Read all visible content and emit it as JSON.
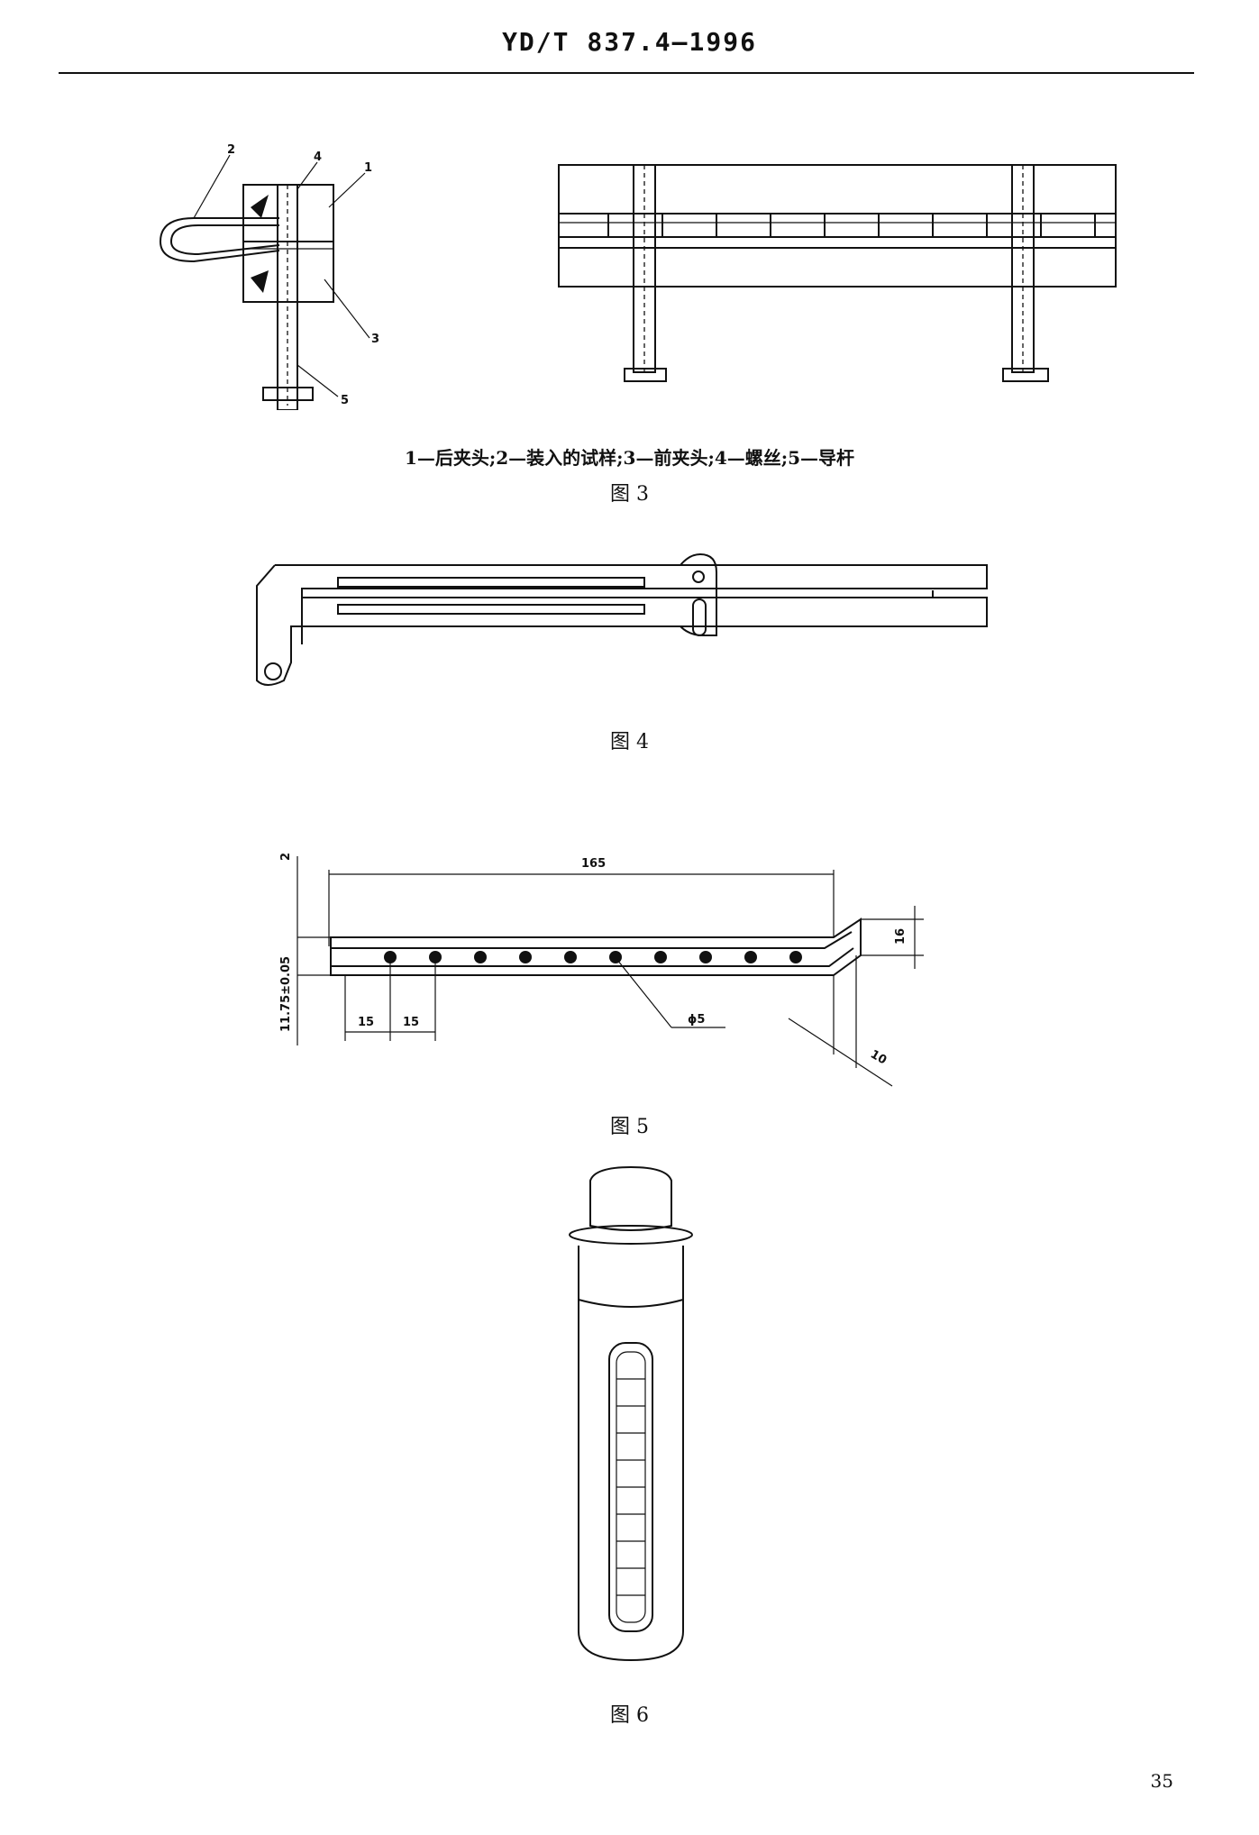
{
  "header": {
    "standard_code": "YD/T 837.4—1996"
  },
  "figure3": {
    "callouts": [
      "1",
      "2",
      "3",
      "4",
      "5"
    ],
    "legend": "1—后夹头;2—装入的试样;3—前夹头;4—螺丝;5—导杆",
    "caption": "图 3"
  },
  "figure4": {
    "caption": "图 4"
  },
  "figure5": {
    "dims": {
      "length": "165",
      "thickness": "2",
      "height": "11.75±0.05",
      "pitch_a": "15",
      "pitch_b": "15",
      "hole": "ϕ5",
      "end": "10",
      "depth": "16"
    },
    "caption": "图 5"
  },
  "figure6": {
    "caption": "图 6"
  },
  "footer": {
    "page_number": "35"
  }
}
